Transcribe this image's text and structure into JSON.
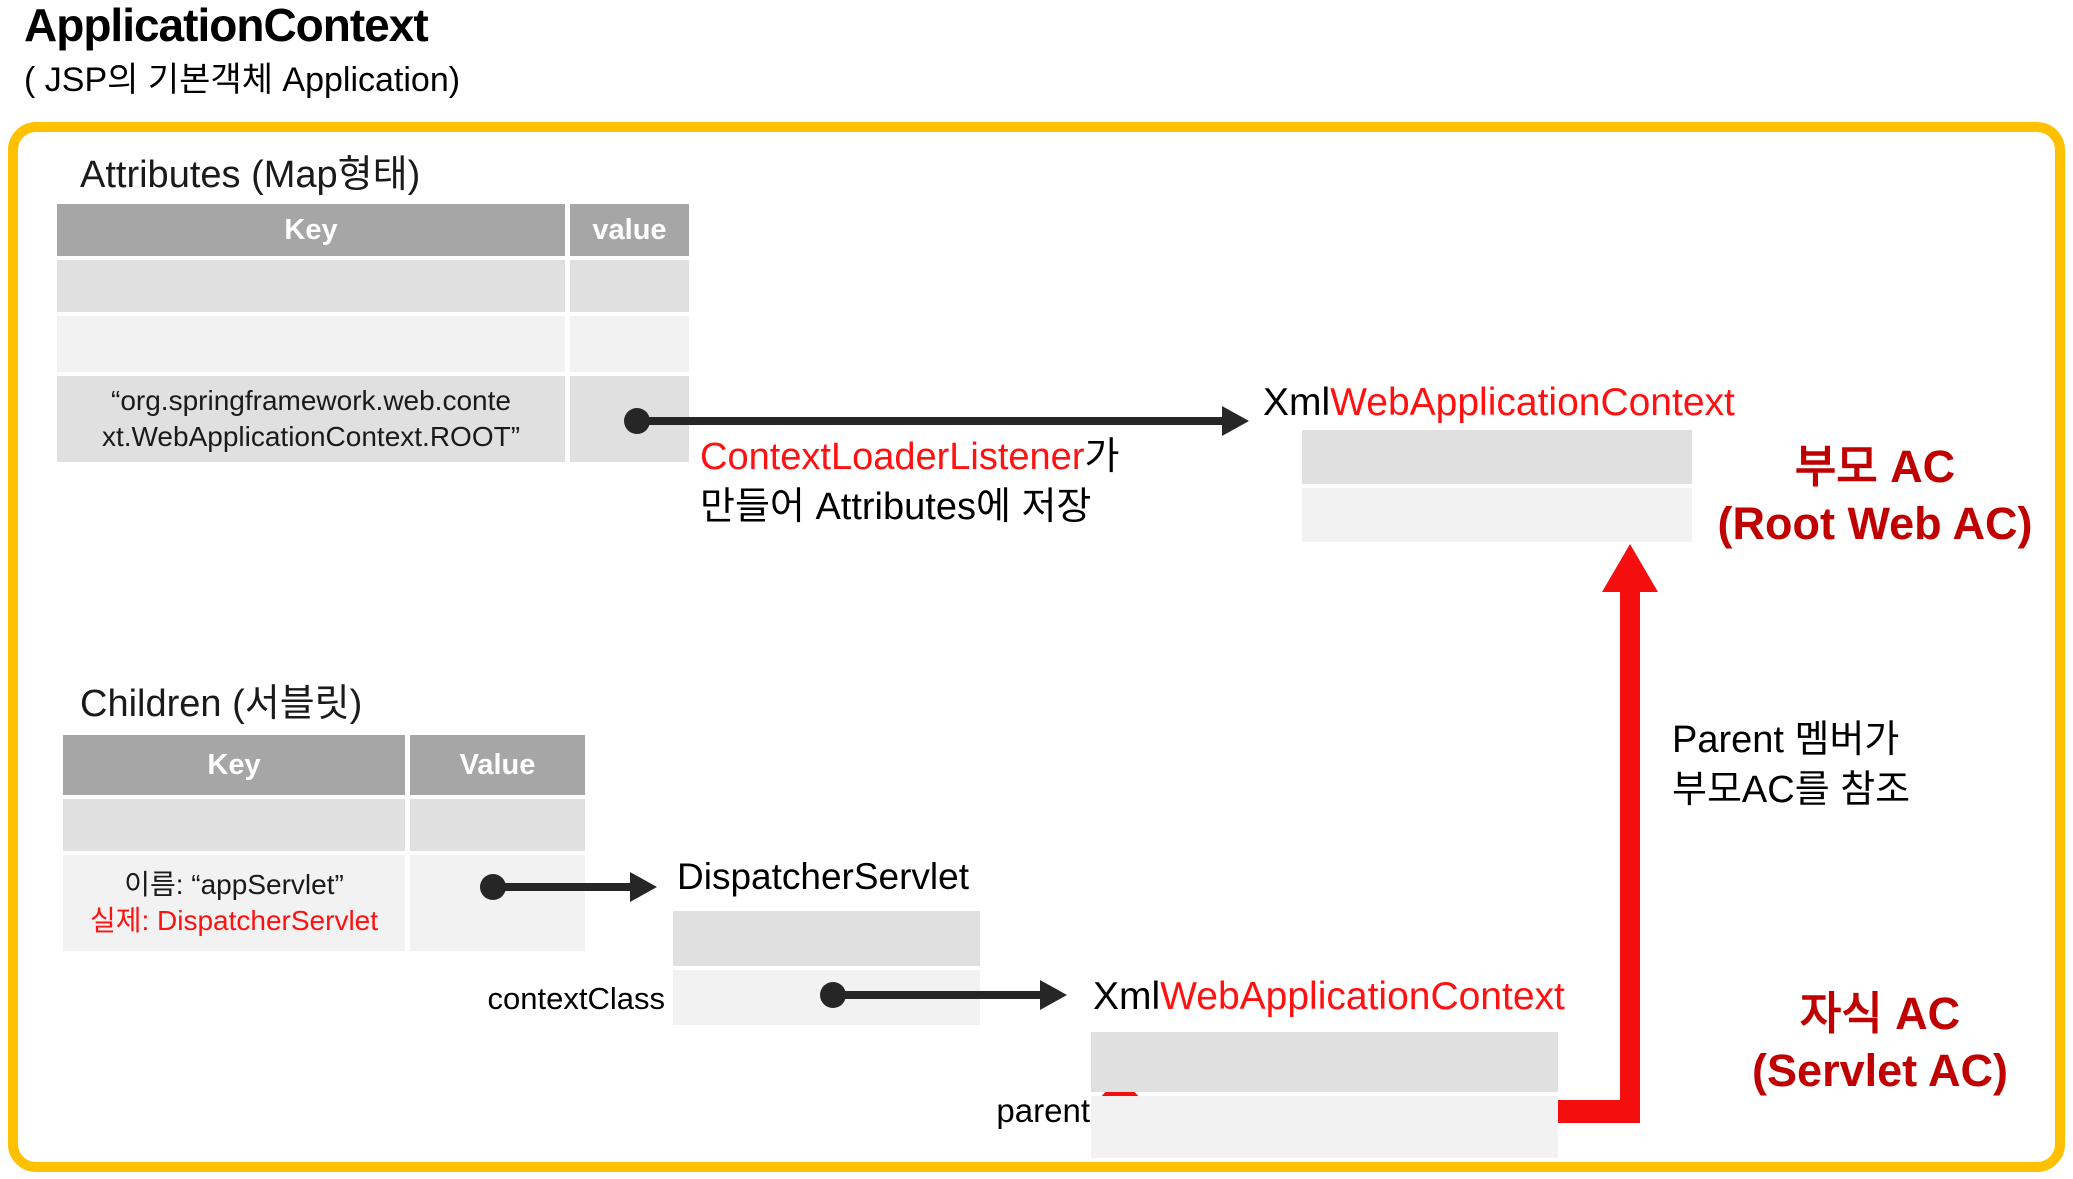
{
  "title": "ApplicationContext",
  "subtitle": "( JSP의 기본객체 Application)",
  "colors": {
    "frame_yellow": "#FFC000",
    "bright_red": "#FF1111",
    "dark_red": "#C00000",
    "table_header_gray": "#A6A6A6",
    "row_gray_dark": "#E0E0E0",
    "row_gray_light": "#F2F2F2",
    "arrow_black": "#262626"
  },
  "attributes": {
    "heading": "Attributes  (Map형태)",
    "col_key": "Key",
    "col_value": "value",
    "root_key_line1": "“org.springframework.web.conte",
    "root_key_line2": "xt.WebApplicationContext.ROOT”"
  },
  "loader_note": {
    "red_part": "ContextLoaderListener",
    "black_suffix": "가",
    "line2": "만들어 Attributes에 저장"
  },
  "root_context": {
    "title_black": "Xml",
    "title_red": "WebApplicationContext"
  },
  "parent_ac": {
    "line1": "부모 AC",
    "line2": "(Root Web AC)"
  },
  "parent_note": {
    "line1": "Parent 멤버가",
    "line2": "부모AC를 참조"
  },
  "children": {
    "heading": "Children (서블릿)",
    "col_key": "Key",
    "col_value": "Value",
    "servlet_key_line1": "이름: “appServlet”",
    "servlet_key_line2": "실제: DispatcherServlet"
  },
  "dispatcher": {
    "title": "DispatcherServlet",
    "context_class_label": "contextClass"
  },
  "child_context": {
    "title_black": "Xml",
    "title_red": "WebApplicationContext",
    "parent_label": "parent"
  },
  "child_ac": {
    "line1": "자식 AC",
    "line2": "(Servlet AC)"
  }
}
